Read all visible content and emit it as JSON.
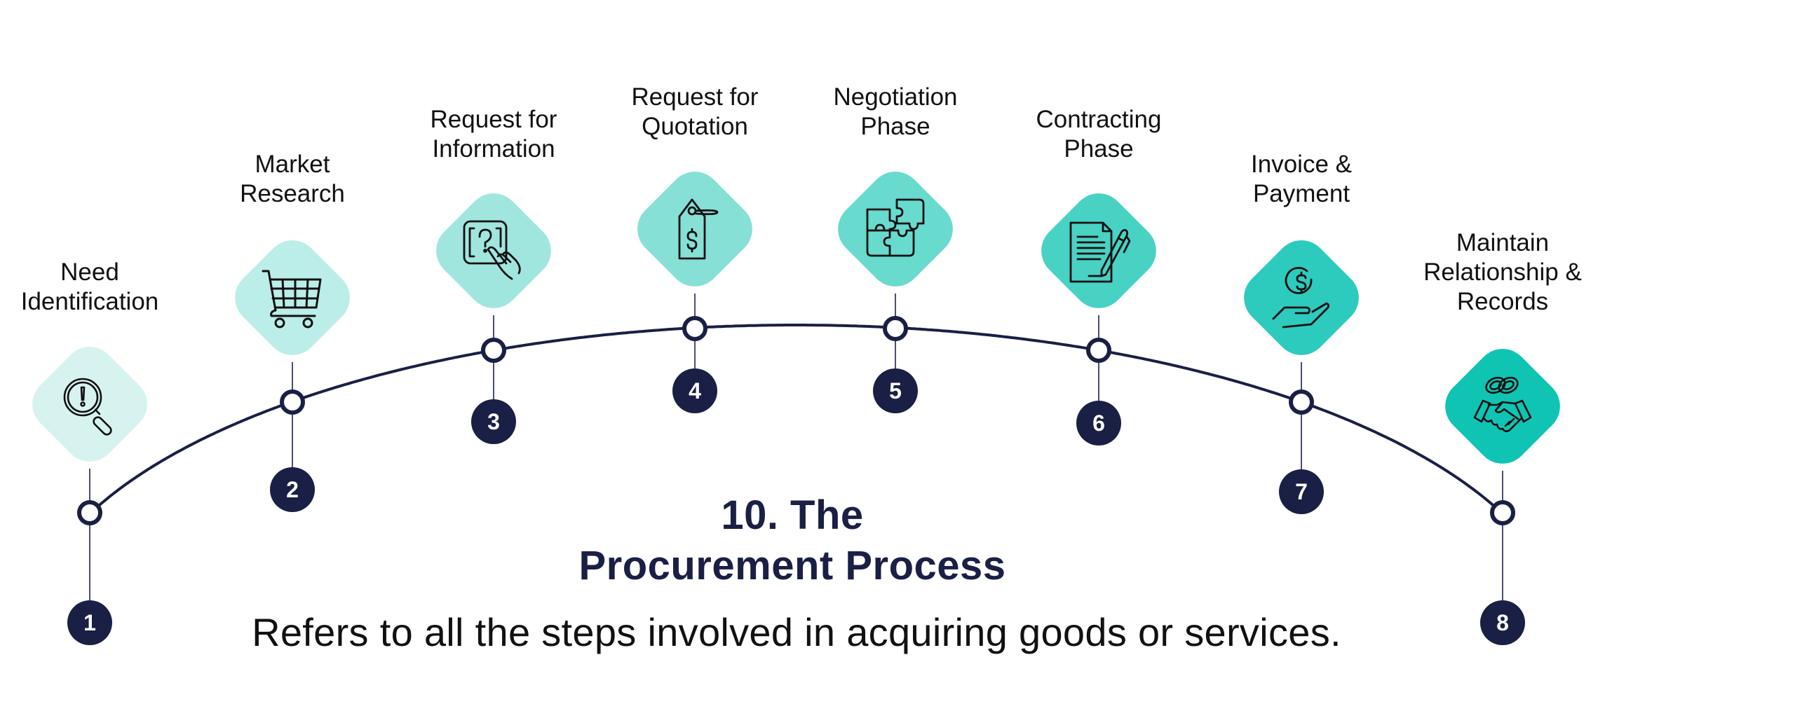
{
  "title": {
    "line1": "10. The",
    "line2": "Procurement Process"
  },
  "subtitle": "Refers to all the steps involved in acquiring goods or services.",
  "colors": {
    "navy": "#1a1f45",
    "connector": "#4a4f70",
    "label_text": "#111111"
  },
  "steps": [
    {
      "number": "1",
      "label": "Need\nIdentification",
      "icon": "search-alert-icon",
      "color": "#d6f3ef"
    },
    {
      "number": "2",
      "label": "Market\nResearch",
      "icon": "shopping-cart-icon",
      "color": "#bbeee8"
    },
    {
      "number": "3",
      "label": "Request for\nInformation",
      "icon": "question-touch-icon",
      "color": "#a0e6de"
    },
    {
      "number": "4",
      "label": "Request for\nQuotation",
      "icon": "price-tag-icon",
      "color": "#86e0d6"
    },
    {
      "number": "5",
      "label": "Negotiation\nPhase",
      "icon": "puzzle-icon",
      "color": "#68dace"
    },
    {
      "number": "6",
      "label": "Contracting\nPhase",
      "icon": "contract-pen-icon",
      "color": "#48d2c4"
    },
    {
      "number": "7",
      "label": "Invoice &\nPayment",
      "icon": "hand-coin-icon",
      "color": "#2ccbbd"
    },
    {
      "number": "8",
      "label": "Maintain\nRelationship &\nRecords",
      "icon": "handshake-link-icon",
      "color": "#10c4b4"
    }
  ]
}
